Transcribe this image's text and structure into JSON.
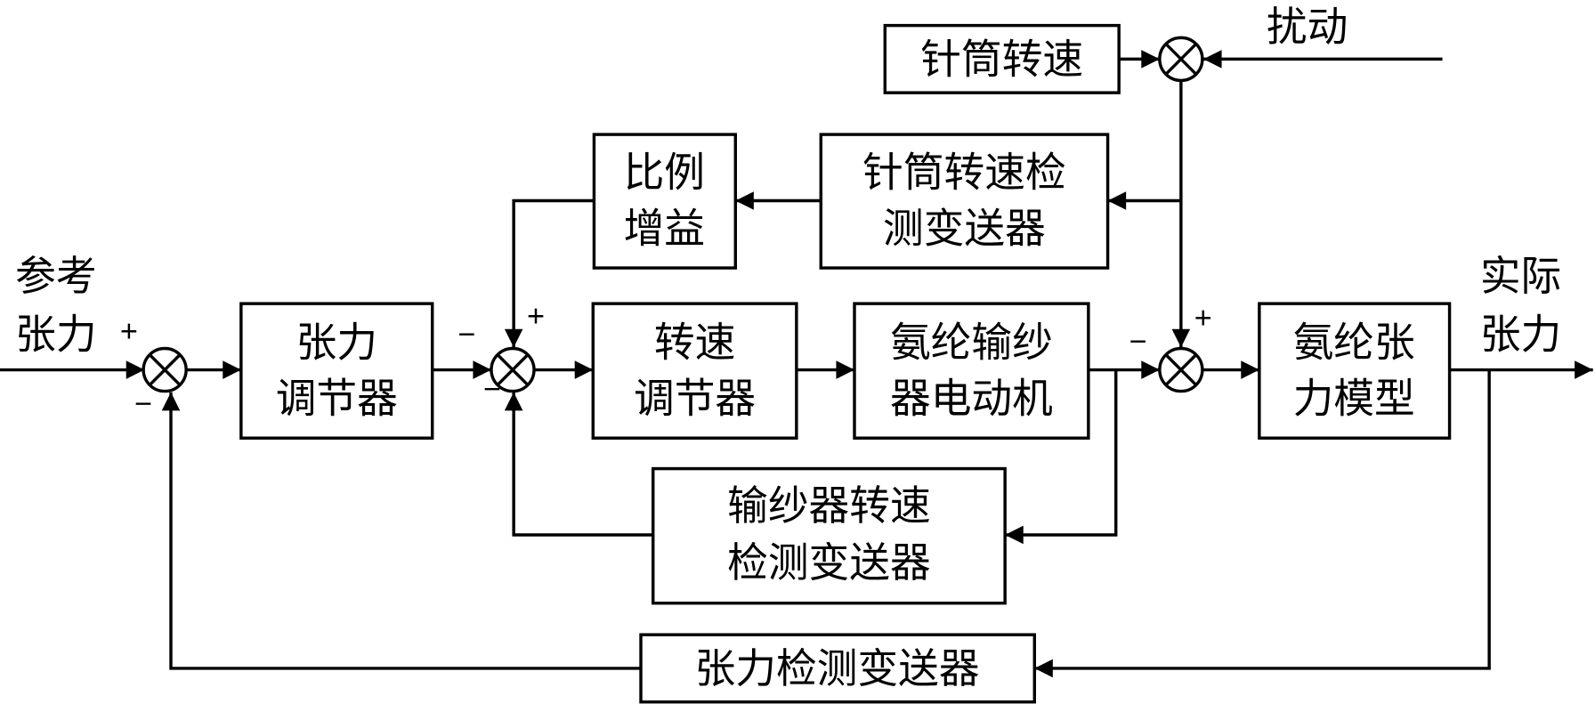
{
  "diagram": {
    "title": "氨纶张力控制系统框图",
    "inputs": {
      "reference": [
        "参考",
        "张力"
      ],
      "disturbance": "扰动"
    },
    "outputs": {
      "actual": [
        "实际",
        "张力"
      ]
    },
    "blocks": {
      "tension_regulator": [
        "张力",
        "调节器"
      ],
      "speed_regulator": [
        "转速",
        "调节器"
      ],
      "feeder_motor": [
        "氨纶输纱",
        "器电动机"
      ],
      "tension_model": [
        "氨纶张",
        "力模型"
      ],
      "proportional_gain": [
        "比例",
        "增益"
      ],
      "cylinder_speed_sensor": [
        "针筒转速检",
        "测变送器"
      ],
      "cylinder_speed": "针筒转速",
      "feeder_speed_sensor": [
        "输纱器转速",
        "检测变送器"
      ],
      "tension_sensor": "张力检测变送器"
    },
    "signs": {
      "sum1_in": "+",
      "sum1_fb": "−",
      "sum2_in": "−",
      "sum2_top": "+",
      "sum2_fb": "−",
      "sum3_in": "−",
      "sum3_top": "+"
    }
  }
}
